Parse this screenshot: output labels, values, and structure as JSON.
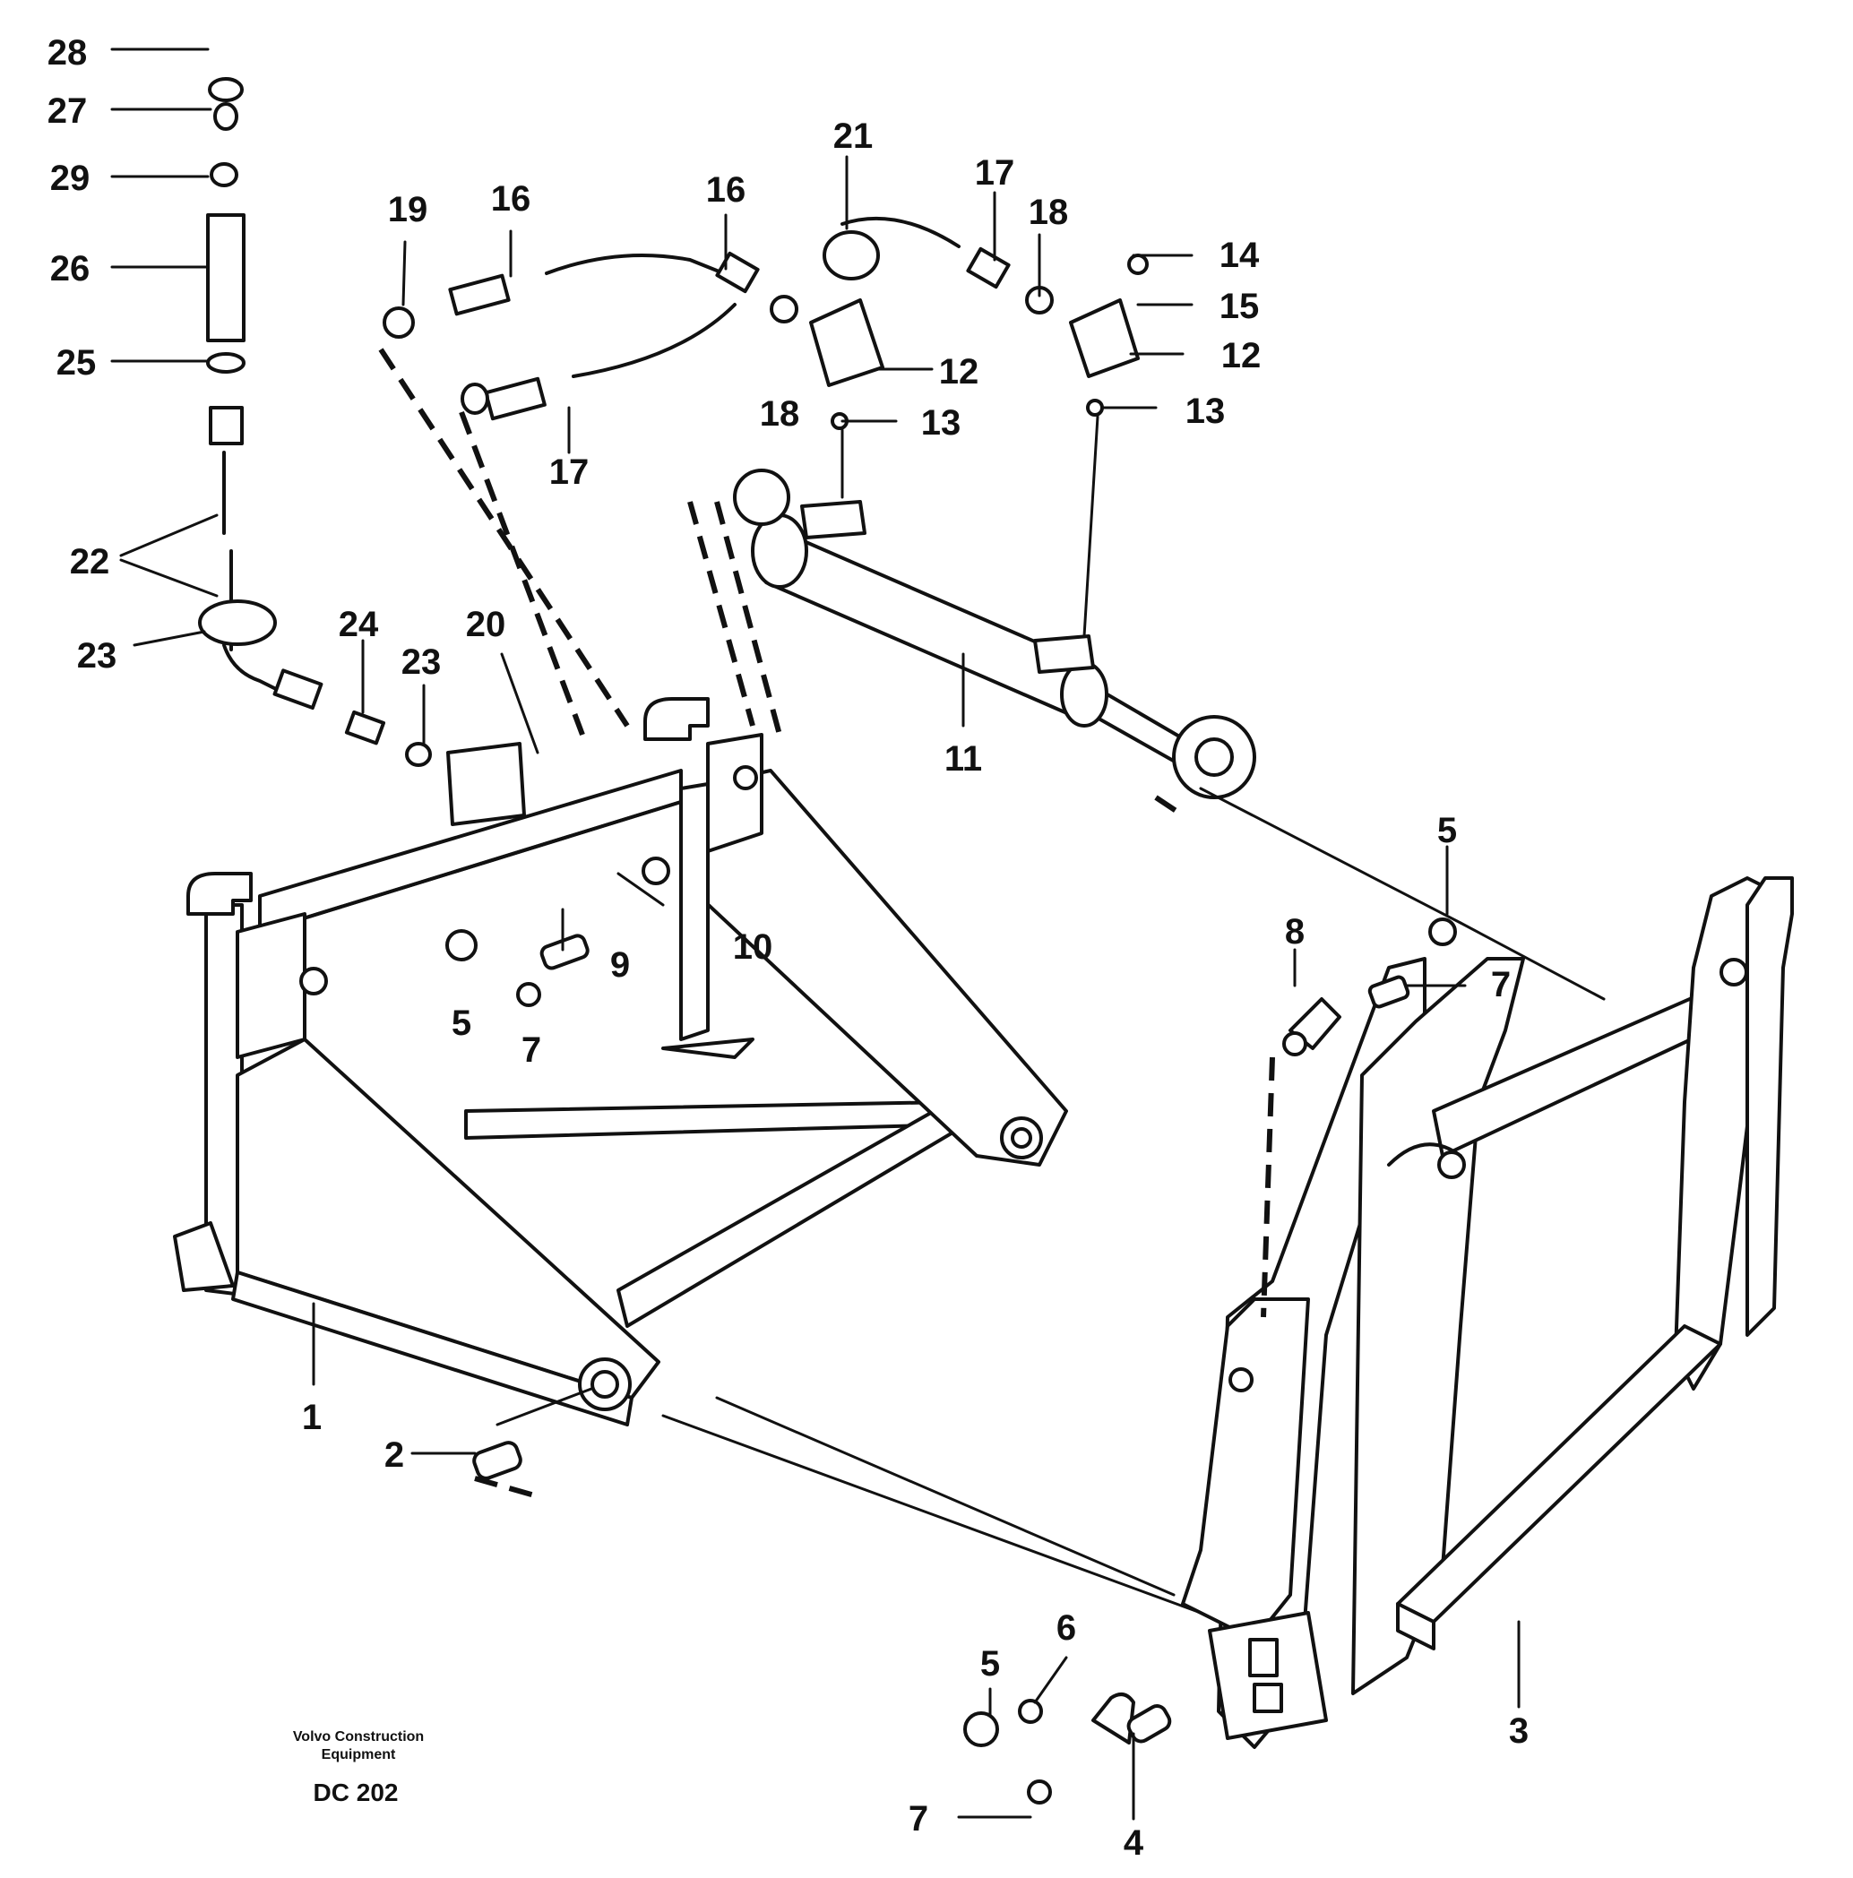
{
  "callouts": [
    "1",
    "2",
    "3",
    "4",
    "5",
    "5",
    "5",
    "6",
    "7",
    "7",
    "7",
    "8",
    "9",
    "10",
    "11",
    "12",
    "12",
    "13",
    "13",
    "14",
    "15",
    "16",
    "16",
    "17",
    "17",
    "18",
    "18",
    "19",
    "20",
    "21",
    "22",
    "23",
    "23",
    "24",
    "25",
    "26",
    "27",
    "28",
    "29"
  ],
  "caption": {
    "line1": "Volvo Construction",
    "line2": "Equipment",
    "code": "DC 202"
  }
}
